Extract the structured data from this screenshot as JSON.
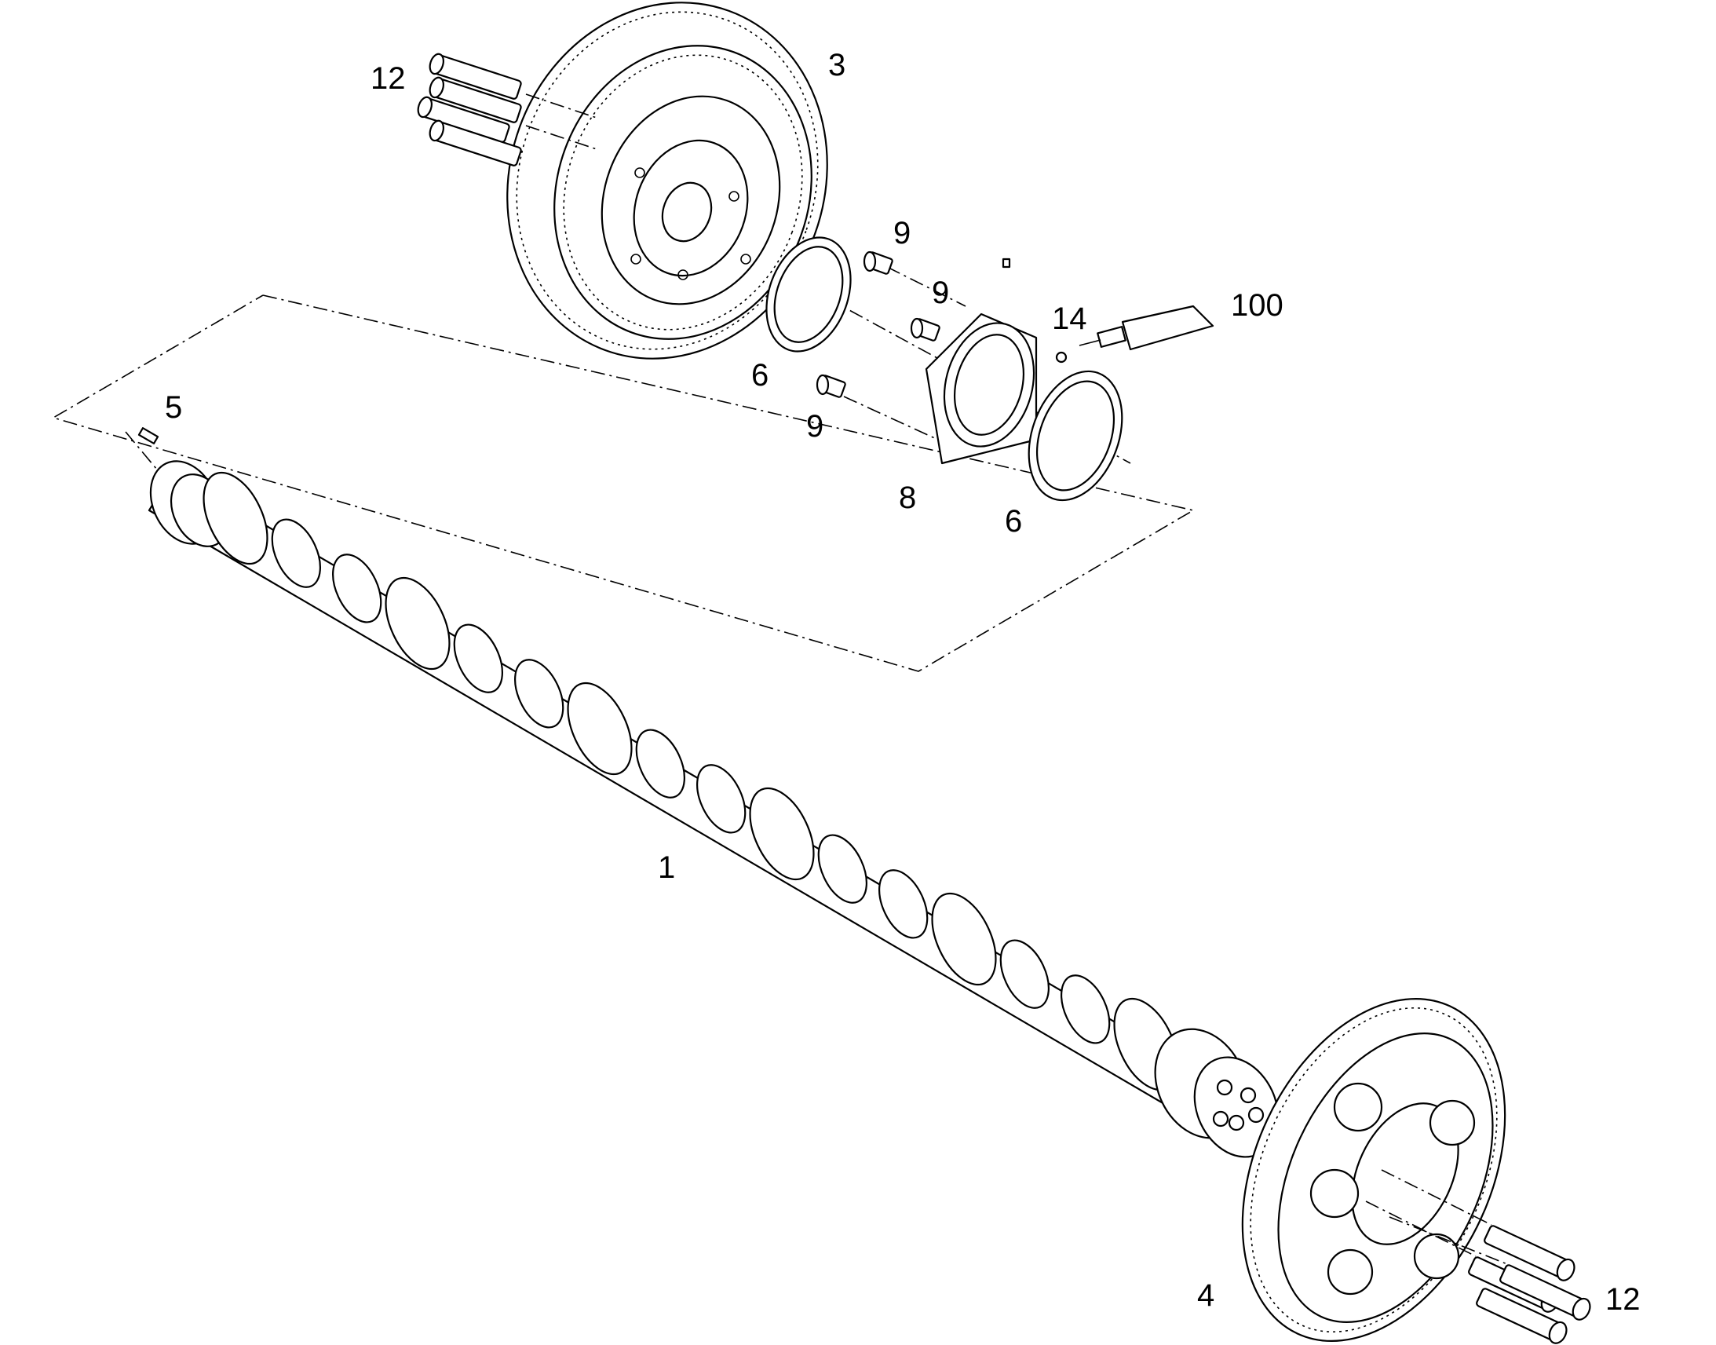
{
  "diagram": {
    "labels": {
      "camshaft": "1",
      "front_gear": "3",
      "rear_gear": "4",
      "dowel_pin": "5",
      "thrust_washer_left": "6",
      "thrust_washer_right": "6",
      "thrust_plate": "8",
      "screw_a": "9",
      "screw_b": "9",
      "screw_c": "9",
      "bolts_top": "12",
      "bolts_bottom": "12",
      "plug": "14",
      "sealant": "100"
    }
  }
}
